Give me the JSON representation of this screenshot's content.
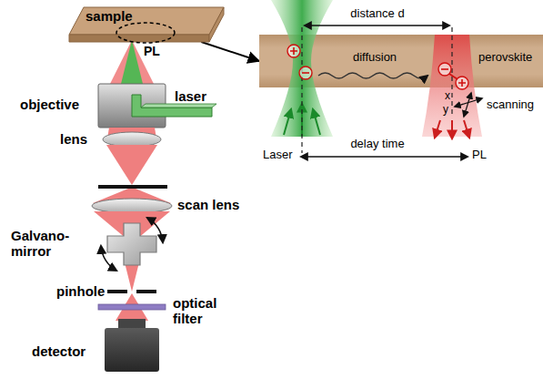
{
  "diagram": {
    "nodes": [
      {
        "text": [
          "sample"
        ]
      },
      {
        "text": [
          "perovskite"
        ]
      }
    ],
    "edges": [
      {
        "from": 0,
        "to": 1,
        "arrow": "to"
      }
    ],
    "labels": [
      "PL",
      "objective",
      "laser",
      "lens",
      "scan lens",
      "Galvano-mirror",
      "pinhole",
      "optical filter",
      "detector",
      "distance d",
      "diffusion",
      "x",
      "y",
      "scanning",
      "Laser",
      "delay time",
      "PL"
    ]
  }
}
